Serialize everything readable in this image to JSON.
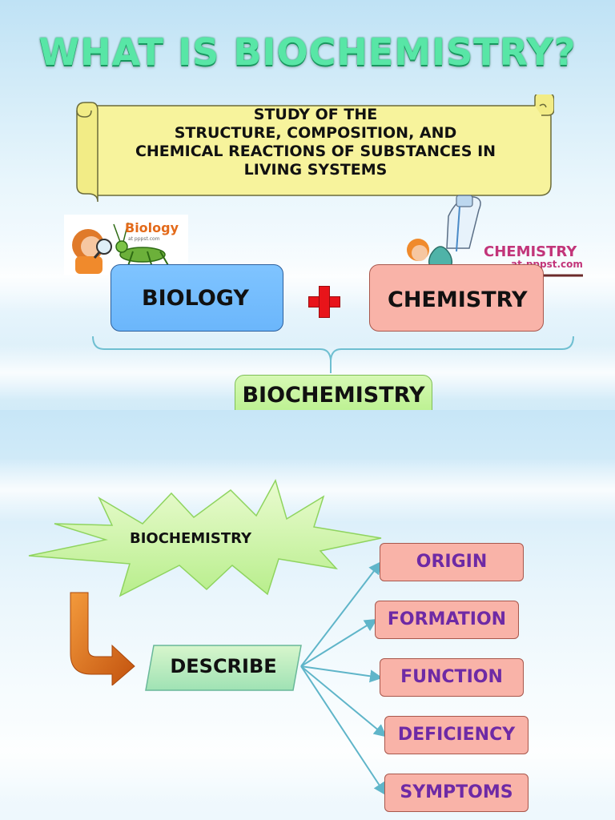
{
  "title": "WHAT IS BIOCHEMISTRY?",
  "definition": {
    "lines": [
      "STUDY OF THE",
      "STRUCTURE, COMPOSITION, AND",
      "CHEMICAL  REACTIONS OF SUBSTANCES IN",
      "LIVING  SYSTEMS"
    ]
  },
  "clipart": {
    "biology_logo": "Biology",
    "biology_sub": "at pppst.com",
    "chemistry_logo": "CHEMISTRY",
    "chemistry_sub": "at-pppst.com"
  },
  "equation": {
    "left": "BIOLOGY",
    "right": "CHEMISTRY",
    "result": "BIOCHEMISTRY"
  },
  "diagram": {
    "hub": "BIOCHEMISTRY",
    "verb": "DESCRIBE",
    "items": [
      "ORIGIN",
      "FORMATION",
      "FUNCTION",
      "DEFICIENCY",
      "SYMPTOMS"
    ]
  },
  "colors": {
    "title_green": "#58e6a6",
    "biology_blue": "#6bb6fb",
    "chemistry_pink": "#f9b3a8",
    "result_green": "#a6ea74",
    "plus_red": "#e8141a",
    "item_text_purple": "#6e2aa5",
    "arrow_orange": "#e8701c",
    "connector_teal": "#5fb5c9"
  }
}
